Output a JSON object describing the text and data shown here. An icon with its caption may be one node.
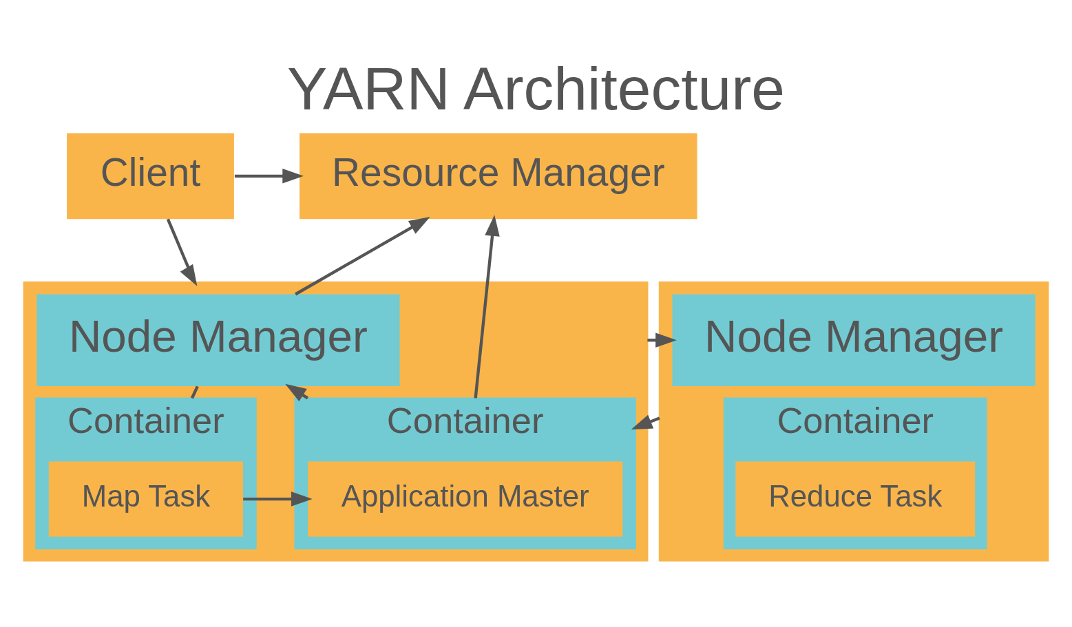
{
  "diagram": {
    "title": "YARN Architecture",
    "nodes": [
      {
        "text": [
          "Resource Manager"
        ]
      },
      {
        "text": [
          "Client"
        ]
      },
      {
        "text": [],
        "shape": "box"
      },
      {
        "text": [
          "Node Manager"
        ],
        "in": 2
      },
      {
        "text": [
          "Container"
        ],
        "in": 2
      },
      {
        "text": [
          "Map Task"
        ],
        "in": 4
      },
      {
        "text": [
          "Container"
        ],
        "in": 2
      },
      {
        "text": [
          "Application Master"
        ],
        "in": 6
      },
      {
        "text": [],
        "shape": "box"
      },
      {
        "text": [
          "Node Manager"
        ],
        "in": 8
      },
      {
        "text": [
          "Container"
        ],
        "in": 8
      },
      {
        "text": [
          "Reduce Task"
        ],
        "in": 10
      }
    ],
    "edges": [
      {
        "from": 1,
        "to": 0,
        "arrow": "to"
      },
      {
        "from": 3,
        "to": 0,
        "arrow": "to"
      },
      {
        "from": 6,
        "to": 0,
        "arrow": "to"
      },
      {
        "from": 1,
        "to": 2,
        "arrow": "to"
      },
      {
        "from": 4,
        "to": 3,
        "arrow": "none"
      },
      {
        "from": 6,
        "to": 3,
        "arrow": "to"
      },
      {
        "from": 5,
        "to": 7,
        "arrow": "to"
      },
      {
        "from": 2,
        "to": 9,
        "arrow": "to"
      },
      {
        "from": 8,
        "to": 6,
        "arrow": "to"
      }
    ]
  }
}
